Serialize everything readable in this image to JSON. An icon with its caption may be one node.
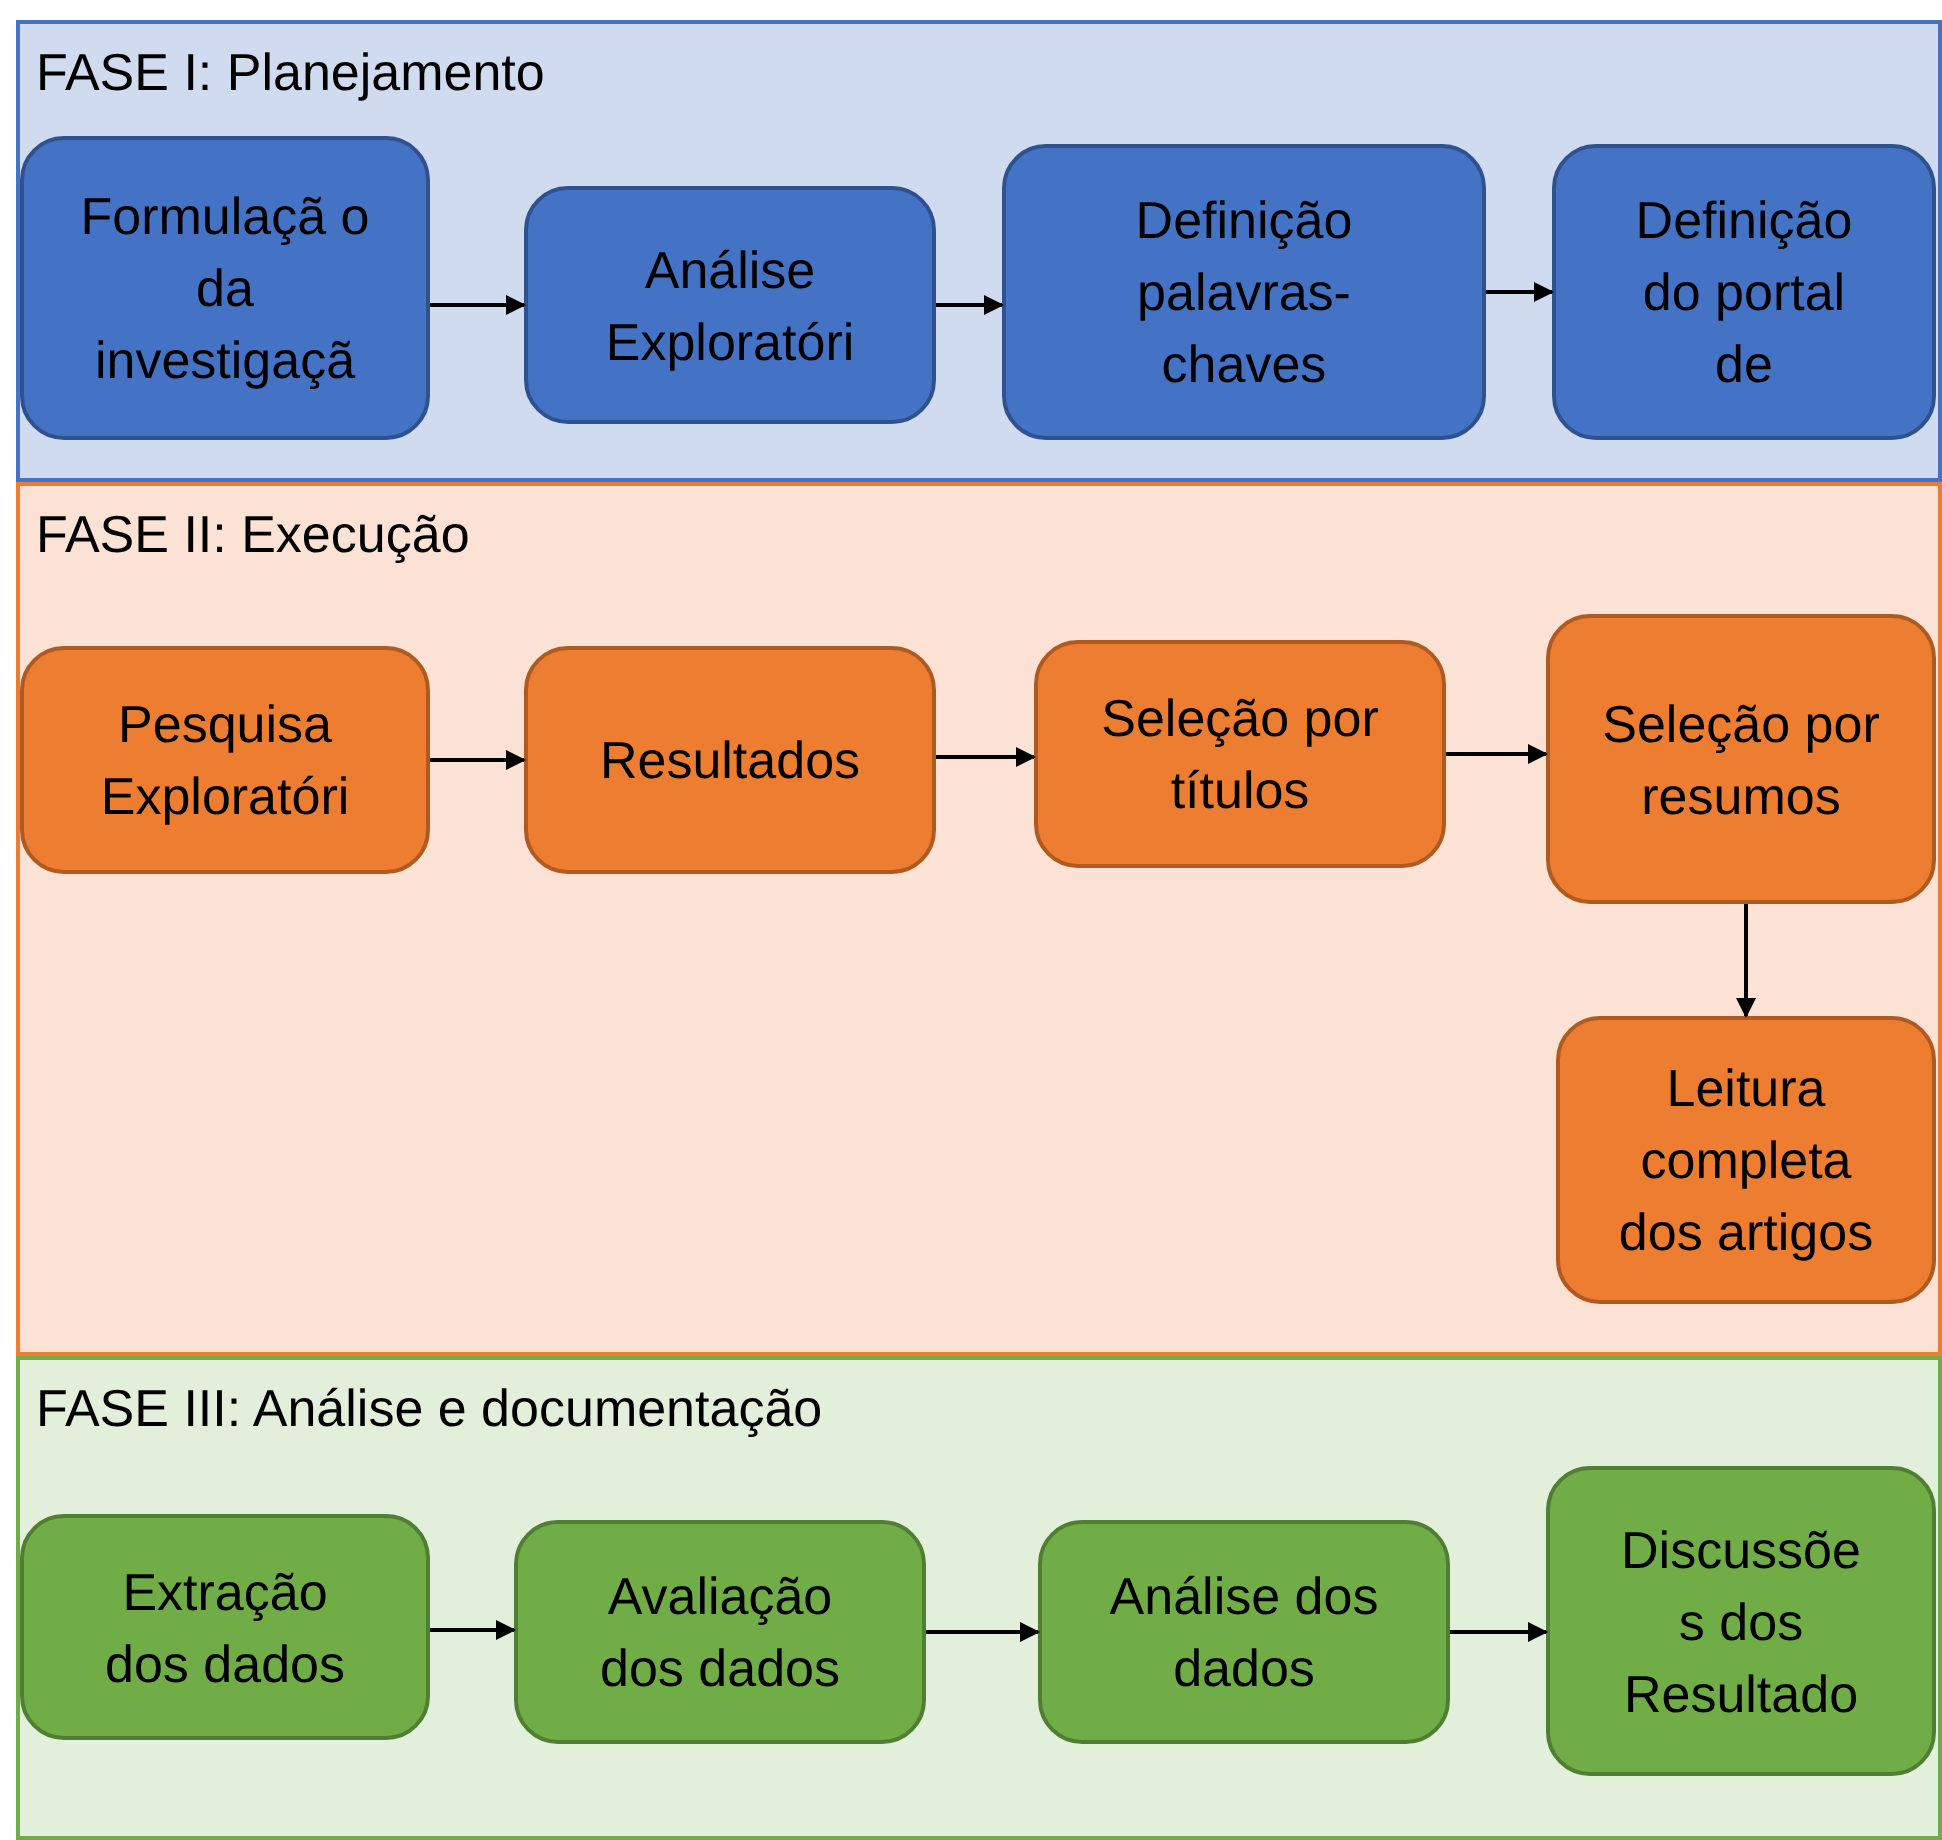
{
  "diagram": {
    "nodes": [
      {
        "text": [
          "FASE I: Planejamento"
        ]
      },
      {
        "text": [
          "Formulaçã o da investigaçã"
        ],
        "in": 0
      },
      {
        "text": [
          "Análise Exploratóri"
        ],
        "in": 0
      },
      {
        "text": [
          "Definição palavras-chaves"
        ],
        "in": 0
      },
      {
        "text": [
          "Definição do portal de"
        ],
        "in": 0
      },
      {
        "text": [
          "FASE II: Execução"
        ]
      },
      {
        "text": [
          "Pesquisa Exploratóri"
        ],
        "in": 5
      },
      {
        "text": [
          "Resultados"
        ],
        "in": 5
      },
      {
        "text": [
          "Seleção por títulos"
        ],
        "in": 5
      },
      {
        "text": [
          "Seleção por resumos"
        ],
        "in": 5
      },
      {
        "text": [
          "Leitura completa dos artigos"
        ],
        "in": 5
      },
      {
        "text": [
          "FASE III: Análise e documentação"
        ]
      },
      {
        "text": [
          "Extração dos dados"
        ],
        "in": 11
      },
      {
        "text": [
          "Avaliação dos dados"
        ],
        "in": 11
      },
      {
        "text": [
          "Análise dos dados"
        ],
        "in": 11
      },
      {
        "text": [
          "Discussõe s dos Resultado"
        ],
        "in": 11
      }
    ],
    "edges": [
      {
        "from": 1,
        "to": 2,
        "arrow": "to"
      },
      {
        "from": 2,
        "to": 3,
        "arrow": "to"
      },
      {
        "from": 3,
        "to": 4,
        "arrow": "to"
      },
      {
        "from": 6,
        "to": 7,
        "arrow": "to"
      },
      {
        "from": 7,
        "to": 8,
        "arrow": "to"
      },
      {
        "from": 8,
        "to": 9,
        "arrow": "to"
      },
      {
        "from": 9,
        "to": 10,
        "arrow": "to"
      },
      {
        "from": 12,
        "to": 13,
        "arrow": "to"
      },
      {
        "from": 13,
        "to": 14,
        "arrow": "to"
      },
      {
        "from": 14,
        "to": 15,
        "arrow": "to"
      }
    ]
  }
}
